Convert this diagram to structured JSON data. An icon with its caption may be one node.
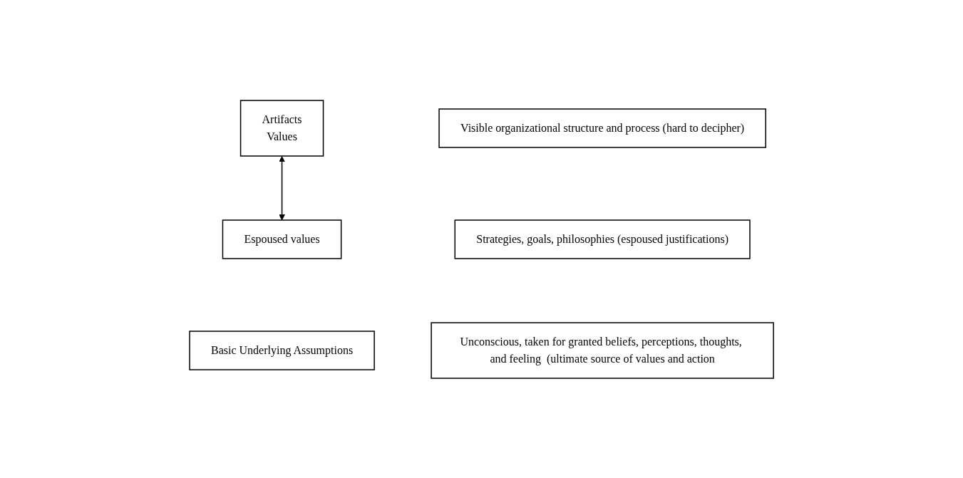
{
  "diagram": {
    "nodes": [
      {
        "text": [
          "Artifacts",
          "Values"
        ]
      },
      {
        "text": [
          "Visible organizational structure and process (hard to decipher)"
        ]
      },
      {
        "text": [
          "Espoused values"
        ]
      },
      {
        "text": [
          "Strategies, goals, philosophies (espoused justifications)"
        ]
      },
      {
        "text": [
          "Basic Underlying Assumptions"
        ]
      },
      {
        "text": [
          "Unconscious, taken for granted beliefs, perceptions, thoughts, and feeling  (ultimate source of values and action"
        ]
      }
    ],
    "edges": [
      {
        "from": 0,
        "to": 2,
        "arrow": "both"
      }
    ]
  }
}
